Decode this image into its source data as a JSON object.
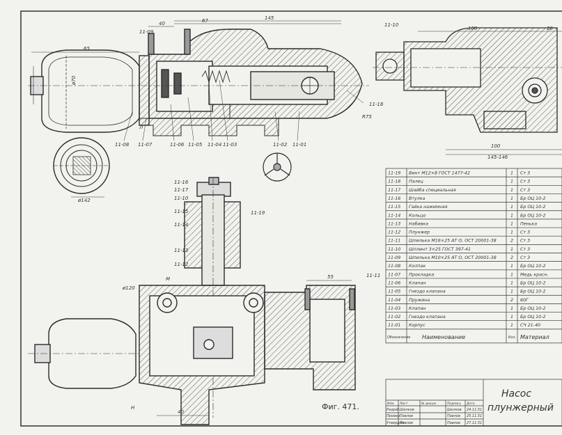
{
  "figure_caption": "Фиг. 471.",
  "title_block": {
    "name_line1": "Насос",
    "name_line2": "плунжерный",
    "header_labels": [
      "Изм.",
      "Лист",
      "№ докум.",
      "Подпись",
      "Дата"
    ],
    "rows": [
      {
        "role": "Разраб.",
        "surname": "Шелков",
        "signature": "Шелков",
        "date": "24.11.51"
      },
      {
        "role": "Провер.",
        "surname": "Павлов",
        "signature": "Павлов",
        "date": "25.11.51"
      },
      {
        "role": "Утвердил",
        "surname": "Павлов",
        "signature": "Павлов",
        "date": "27.11.51"
      }
    ]
  },
  "parts_list": {
    "header_col1": "Обозначение",
    "header_name": "Наименование",
    "header_qty": "Кол.",
    "header_material": "Материал",
    "rows": [
      {
        "pos": "11-19",
        "name": "Винт М12×8 ГОСТ 1477-42",
        "qty": "1",
        "material": "Ст 3"
      },
      {
        "pos": "11-18",
        "name": "Палец",
        "qty": "1",
        "material": "Ст 3"
      },
      {
        "pos": "11-17",
        "name": "Шайба специальная",
        "qty": "1",
        "material": "Ст 3"
      },
      {
        "pos": "11-16",
        "name": "Втулка",
        "qty": "1",
        "material": "Бр ОЦ 10-2"
      },
      {
        "pos": "11-15",
        "name": "Гайка нажимная",
        "qty": "1",
        "material": "Бр ОЦ 10-2"
      },
      {
        "pos": "11-14",
        "name": "Кольцо",
        "qty": "1",
        "material": "Бр ОЦ 10-2"
      },
      {
        "pos": "11-13",
        "name": "Набивка",
        "qty": "1",
        "material": "Пенька"
      },
      {
        "pos": "11-12",
        "name": "Плунжер",
        "qty": "1",
        "material": "Ст 3"
      },
      {
        "pos": "11-11",
        "name": "Шпилька М16×25 АТ О, ОСТ 20001-38",
        "qty": "2",
        "material": "Ст 3"
      },
      {
        "pos": "11-10",
        "name": "Шплинт 3×25 ГОСТ 397-41",
        "qty": "1",
        "material": "Ст 3"
      },
      {
        "pos": "11-09",
        "name": "Шпилька М10×25 АТ О, ОСТ 20001-38",
        "qty": "2",
        "material": "Ст 3"
      },
      {
        "pos": "11-08",
        "name": "Колпак",
        "qty": "1",
        "material": "Бр ОЦ 10-2"
      },
      {
        "pos": "11-07",
        "name": "Прокладка",
        "qty": "1",
        "material": "Медь красн."
      },
      {
        "pos": "11-06",
        "name": "Клапан",
        "qty": "1",
        "material": "Бр ОЦ 10-2"
      },
      {
        "pos": "11-05",
        "name": "Гнездо клапана",
        "qty": "1",
        "material": "Бр ОЦ 10-2"
      },
      {
        "pos": "11-04",
        "name": "Пружина",
        "qty": "2",
        "material": "60Г"
      },
      {
        "pos": "11-03",
        "name": "Клапан",
        "qty": "1",
        "material": "Бр ОЦ 10-2"
      },
      {
        "pos": "11-02",
        "name": "Гнездо клапана",
        "qty": "1",
        "material": "Бр ОЦ 10-2"
      },
      {
        "pos": "11-01",
        "name": "Корпус",
        "qty": "1",
        "material": "СЧ 21-40"
      }
    ]
  },
  "callouts_front": [
    "11-09",
    "11-08",
    "11-07",
    "11-06",
    "11-05",
    "11-04",
    "11-03",
    "11-02",
    "11-01",
    "11-18"
  ],
  "callouts_side": [
    "11-10"
  ],
  "callouts_bottom": [
    "11-16",
    "11-17",
    "11-10",
    "11-15",
    "11-14",
    "11-13",
    "11-12",
    "11-19",
    "11-11"
  ],
  "dimensions": {
    "d40": "40",
    "d67": "67",
    "d145": "145",
    "d65": "65",
    "d70": "ø70",
    "r75": "R75",
    "d100a": "100",
    "d20": "20",
    "d100b": "100",
    "d145_146": "145-146",
    "d55": "55",
    "d40b": "40",
    "phi120": "ø120",
    "phi142": "ø142"
  },
  "section_labels": {
    "m": "М",
    "n": "Н",
    "l": "Л"
  }
}
